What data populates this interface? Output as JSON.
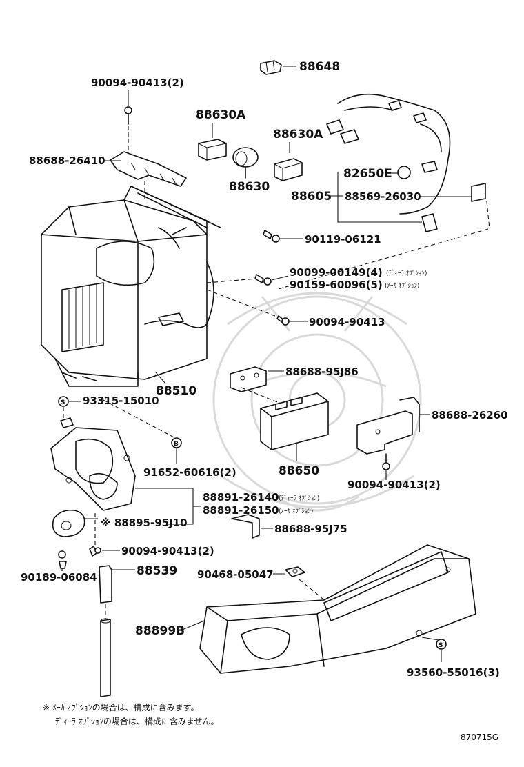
{
  "labels": {
    "p88648": "88648",
    "p90094_90413_2_top": "90094-90413(2)",
    "p88630A_1": "88630A",
    "p88630A_2": "88630A",
    "p88688_26410": "88688-26410",
    "p88630": "88630",
    "p82650E": "82650E",
    "p88605": "88605",
    "p88569_26030": "88569-26030",
    "p90119_06121": "90119-06121",
    "p90099_00149": "90099-00149(4)",
    "p90099_note": "(ﾃﾞｨｰﾗ ｵﾌﾟｼｮﾝ)",
    "p90159_60096": "90159-60096(5)",
    "p90159_note": "(ﾒｰｶ ｵﾌﾟｼｮﾝ)",
    "p90094_90413_mid": "90094-90413",
    "p88510": "88510",
    "p88688_95J86": "88688-95J86",
    "p93315_15010": "93315-15010",
    "badge_s_1": "S",
    "badge_b": "B",
    "p88688_26260": "88688-26260",
    "p91652_60616": "91652-60616(2)",
    "p88650": "88650",
    "p90094_90413_2_right": "90094-90413(2)",
    "p88891_26140": "88891-26140",
    "p88891_26140_note": "(ﾃﾞｨｰﾗ ｵﾌﾟｼｮﾝ)",
    "p88891_26150": "88891-26150",
    "p88891_26150_note": "(ﾒｰｶ ｵﾌﾟｼｮﾝ)",
    "p88895_95J10": "※ 88895-95J10",
    "p88688_95J75": "88688-95J75",
    "p90094_90413_2_low": "90094-90413(2)",
    "p88539": "88539",
    "p90468_05047": "90468-05047",
    "p90189_06084": "90189-06084",
    "p88899B": "88899B",
    "badge_s_2": "S",
    "p93560_55016": "93560-55016(3)"
  },
  "footnote": {
    "line1": "※ ﾒｰｶ ｵﾌﾟｼｮﾝの場合は、構成に含みます。",
    "line2": "ﾃﾞｨｰﾗ ｵﾌﾟｼｮﾝの場合は、構成に含みません。"
  },
  "diagram_code": "870715G",
  "colors": {
    "ink": "#111111",
    "watermark": "#d9d9d9",
    "background": "#ffffff"
  }
}
